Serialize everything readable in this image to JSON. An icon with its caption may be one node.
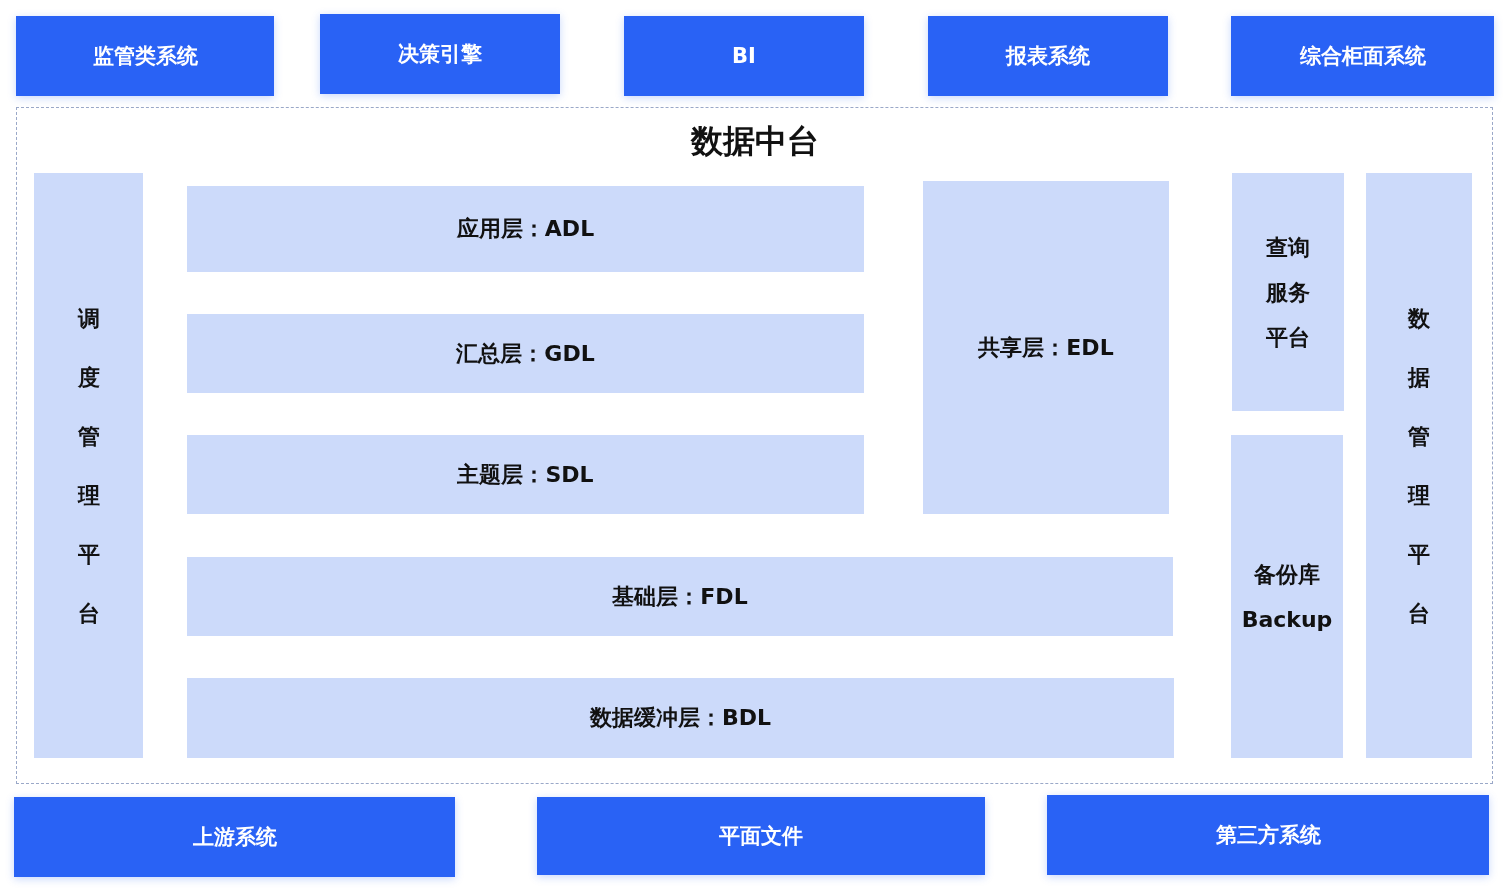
{
  "diagram": {
    "nodes": [
      {
        "text": [
          "监管类系统"
        ]
      },
      {
        "text": [
          "决策引擎"
        ]
      },
      {
        "text": [
          "BI"
        ]
      },
      {
        "text": [
          "报表系统"
        ]
      },
      {
        "text": [
          "综合柜面系统"
        ]
      },
      {
        "text": [
          "数据中台"
        ]
      },
      {
        "text": [
          "调度管理平台"
        ],
        "in": 5
      },
      {
        "text": [
          "应用层：ADL"
        ],
        "in": 5
      },
      {
        "text": [
          "汇总层：GDL"
        ],
        "in": 5
      },
      {
        "text": [
          "主题层：SDL"
        ],
        "in": 5
      },
      {
        "text": [
          "共享层：EDL"
        ],
        "in": 5
      },
      {
        "text": [
          "查询服务平台"
        ],
        "in": 5
      },
      {
        "text": [
          "数据管理平台"
        ],
        "in": 5
      },
      {
        "text": [
          "基础层：FDL"
        ],
        "in": 5
      },
      {
        "text": [
          "备份库",
          "Backup"
        ],
        "in": 5
      },
      {
        "text": [
          "数据缓冲层：BDL"
        ],
        "in": 5
      },
      {
        "text": [
          "上游系统"
        ]
      },
      {
        "text": [
          "平面文件"
        ]
      },
      {
        "text": [
          "第三方系统"
        ]
      }
    ]
  }
}
